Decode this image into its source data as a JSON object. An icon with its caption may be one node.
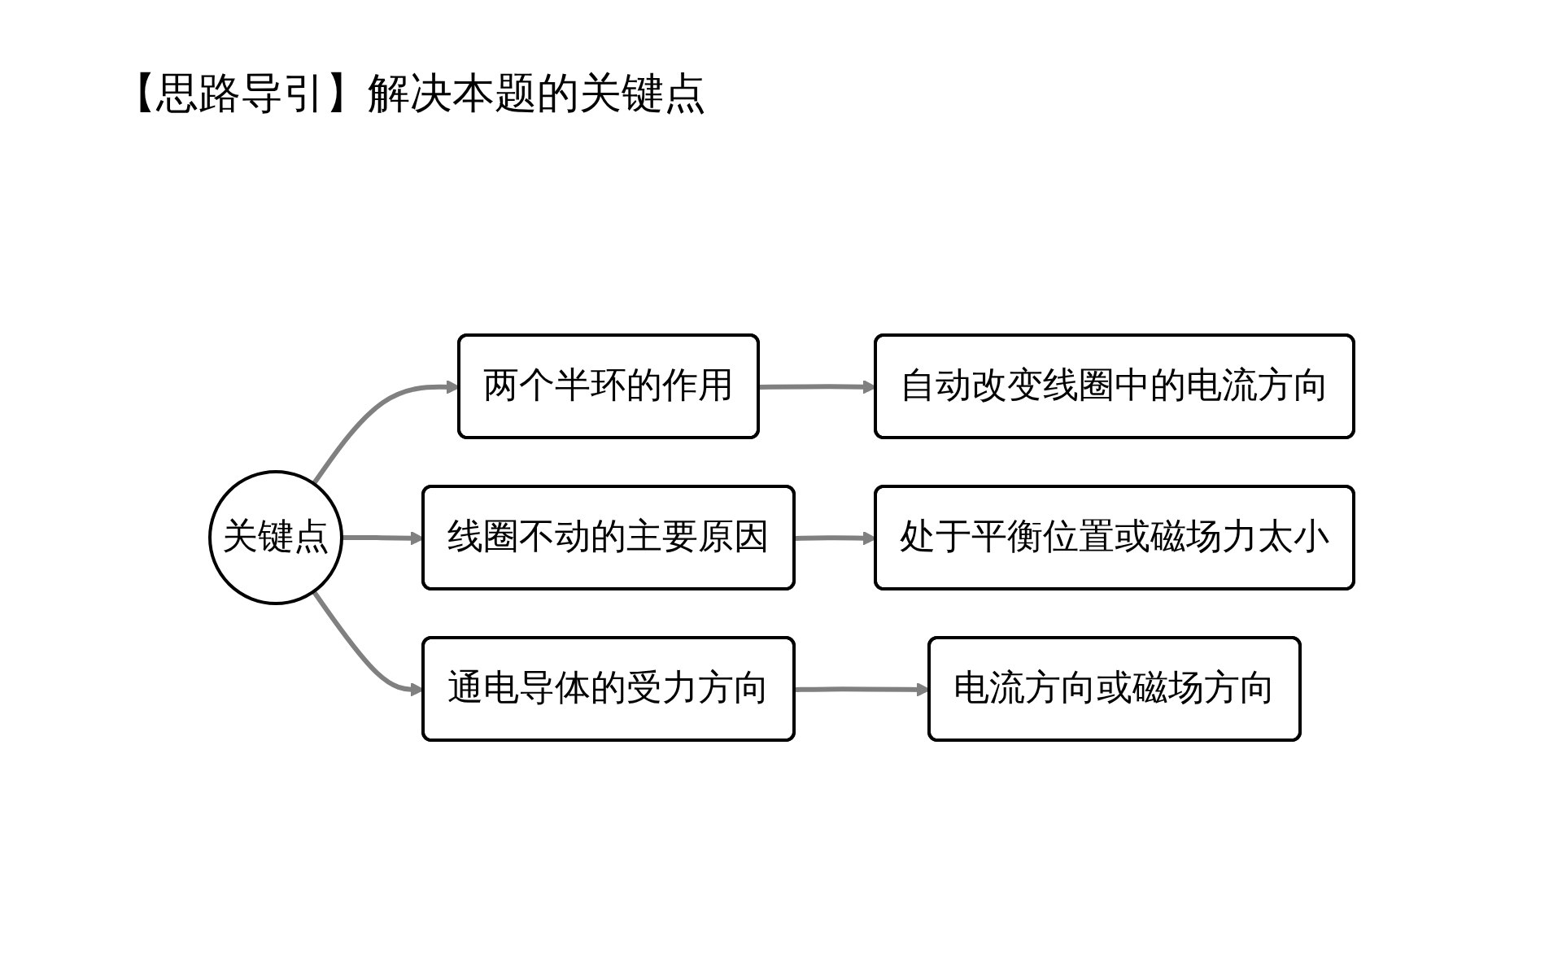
{
  "diagram": {
    "title": "【思路导引】解决本题的关键点",
    "nodes": [
      {
        "text": [
          "关键点"
        ]
      },
      {
        "text": [
          "两个半环的作用"
        ]
      },
      {
        "text": [
          "自动改变线圈中的电流方向"
        ]
      },
      {
        "text": [
          "线圈不动的主要原因"
        ]
      },
      {
        "text": [
          "处于平衡位置或磁场力太小"
        ]
      },
      {
        "text": [
          "通电导体的受力方向"
        ]
      },
      {
        "text": [
          "电流方向或磁场方向"
        ]
      }
    ],
    "edges": [
      {
        "from": 0,
        "to": 1,
        "arrow": "to"
      },
      {
        "from": 0,
        "to": 3,
        "arrow": "to"
      },
      {
        "from": 0,
        "to": 5,
        "arrow": "to"
      },
      {
        "from": 1,
        "to": 2,
        "arrow": "to"
      },
      {
        "from": 3,
        "to": 4,
        "arrow": "to"
      },
      {
        "from": 5,
        "to": 6,
        "arrow": "to"
      }
    ]
  }
}
